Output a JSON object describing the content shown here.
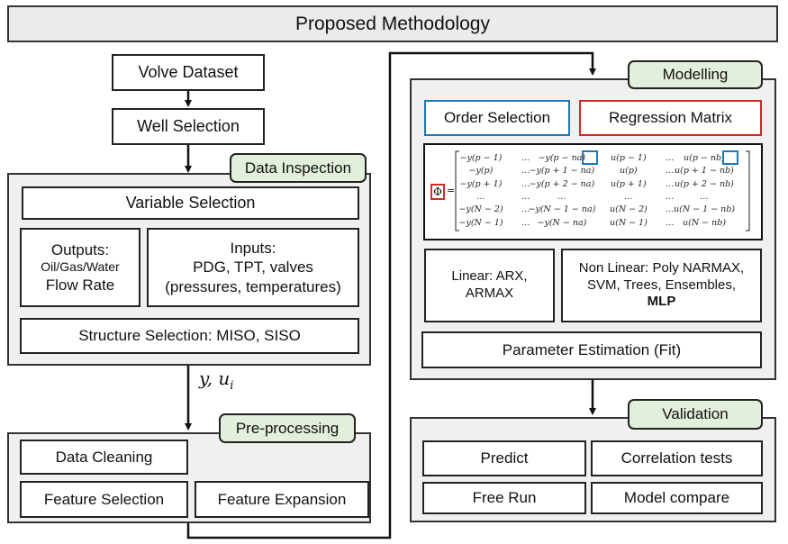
{
  "title": "Proposed Methodology",
  "left": {
    "volve_dataset": "Volve Dataset",
    "well_selection": "Well Selection",
    "data_inspection": {
      "tag": "Data Inspection",
      "variable_selection": "Variable Selection",
      "outputs": [
        "Outputs:",
        "Oil/Gas/Water",
        "Flow Rate"
      ],
      "inputs": [
        "Inputs:",
        "PDG, TPT, valves",
        "(pressures, temperatures)"
      ],
      "structure_selection": "Structure Selection: MISO, SISO"
    },
    "signal_label": {
      "y": "y, u",
      "sub": "i"
    },
    "preprocessing": {
      "tag": "Pre-processing",
      "data_cleaning": "Data Cleaning",
      "feature_selection": "Feature Selection",
      "feature_expansion": "Feature Expansion"
    }
  },
  "right": {
    "modelling": {
      "tag": "Modelling",
      "order_selection": "Order Selection",
      "regression_matrix": "Regression Matrix",
      "phi_symbol": "Φ",
      "equals": "=",
      "matrix_rows": [
        [
          "−y(p − 1)",
          "…",
          "−y(p − na)",
          "u(p − 1)",
          "…",
          "u(p − nb)"
        ],
        [
          "−y(p)",
          "…",
          "−y(p + 1 − na)",
          "u(p)",
          "…",
          "u(p + 1 − nb)"
        ],
        [
          "−y(p + 1)",
          "…",
          "−y(p + 2 − na)",
          "u(p + 1)",
          "…",
          "u(p + 2 − nb)"
        ],
        [
          "…",
          "…",
          "…",
          "…",
          "…",
          "…"
        ],
        [
          "−y(N − 2)",
          "…",
          "−y(N − 1 − na)",
          "u(N − 2)",
          "…",
          "u(N − 1 − nb)"
        ],
        [
          "−y(N − 1)",
          "…",
          "−y(N − na)",
          "u(N − 1)",
          "…",
          "u(N − nb)"
        ]
      ],
      "linear": [
        "Linear: ARX,",
        "ARMAX"
      ],
      "nonlinear": [
        "Non Linear: Poly NARMAX,",
        "SVM, Trees, Ensembles,",
        "MLP"
      ],
      "parameter_estimation": "Parameter Estimation (Fit)"
    },
    "validation": {
      "tag": "Validation",
      "predict": "Predict",
      "correlation_tests": "Correlation tests",
      "free_run": "Free Run",
      "model_compare": "Model compare"
    }
  },
  "colors": {
    "tag_fill": "#e2efda",
    "panel_fill": "#f0f0f0",
    "order_selection_border": "#1f77b4",
    "regression_matrix_border": "#d62728"
  }
}
